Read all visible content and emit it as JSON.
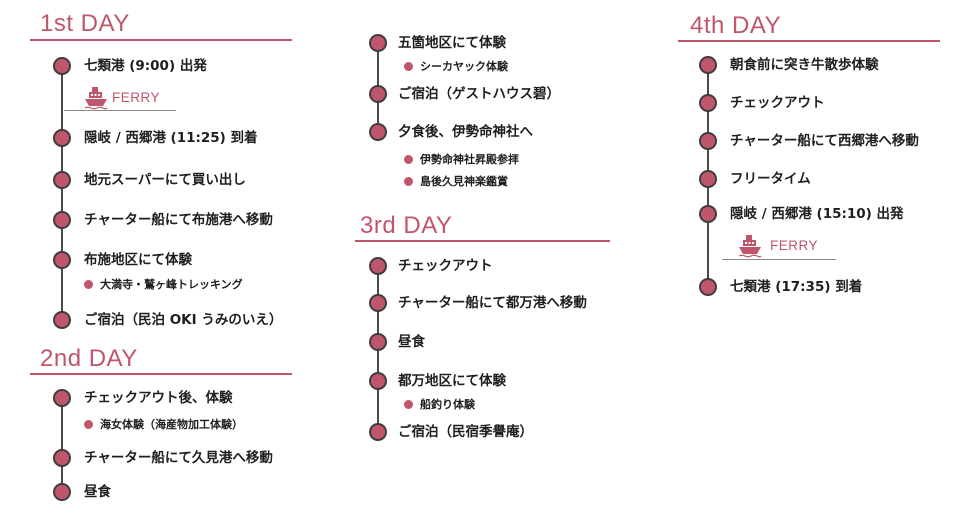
{
  "colors": {
    "accent": "#c0566b",
    "line": "#4a4a4a"
  },
  "ferry_label": "FERRY",
  "day1": {
    "title": "1st DAY",
    "items": [
      "七類港 (9:00) 出発",
      "隠岐 / 西郷港 (11:25) 到着",
      "地元スーパーにて買い出し",
      "チャーター船にて布施港へ移動",
      "布施地区にて体験",
      "ご宿泊（民泊 OKI うみのいえ）"
    ],
    "sub_items": [
      "大満寺・鷲ヶ峰トレッキング"
    ]
  },
  "day2": {
    "title": "2nd DAY",
    "items": [
      "チェックアウト後、体験",
      "チャーター船にて久見港へ移動",
      "昼食",
      "五箇地区にて体験",
      "ご宿泊（ゲストハウス碧）",
      "夕食後、伊勢命神社へ"
    ],
    "sub_items": [
      "海女体験（海産物加工体験）",
      "シーカヤック体験",
      "伊勢命神社昇殿参拝",
      "島後久見神楽鑑賞"
    ]
  },
  "day3": {
    "title": "3rd DAY",
    "items": [
      "チェックアウト",
      "チャーター船にて都万港へ移動",
      "昼食",
      "都万地区にて体験",
      "ご宿泊（民宿季譽庵）"
    ],
    "sub_items": [
      "船釣り体験"
    ]
  },
  "day4": {
    "title": "4th DAY",
    "items": [
      "朝食前に突き牛散歩体験",
      "チェックアウト",
      "チャーター船にて西郷港へ移動",
      "フリータイム",
      "隠岐 / 西郷港 (15:10) 出発",
      "七類港 (17:35) 到着"
    ]
  }
}
